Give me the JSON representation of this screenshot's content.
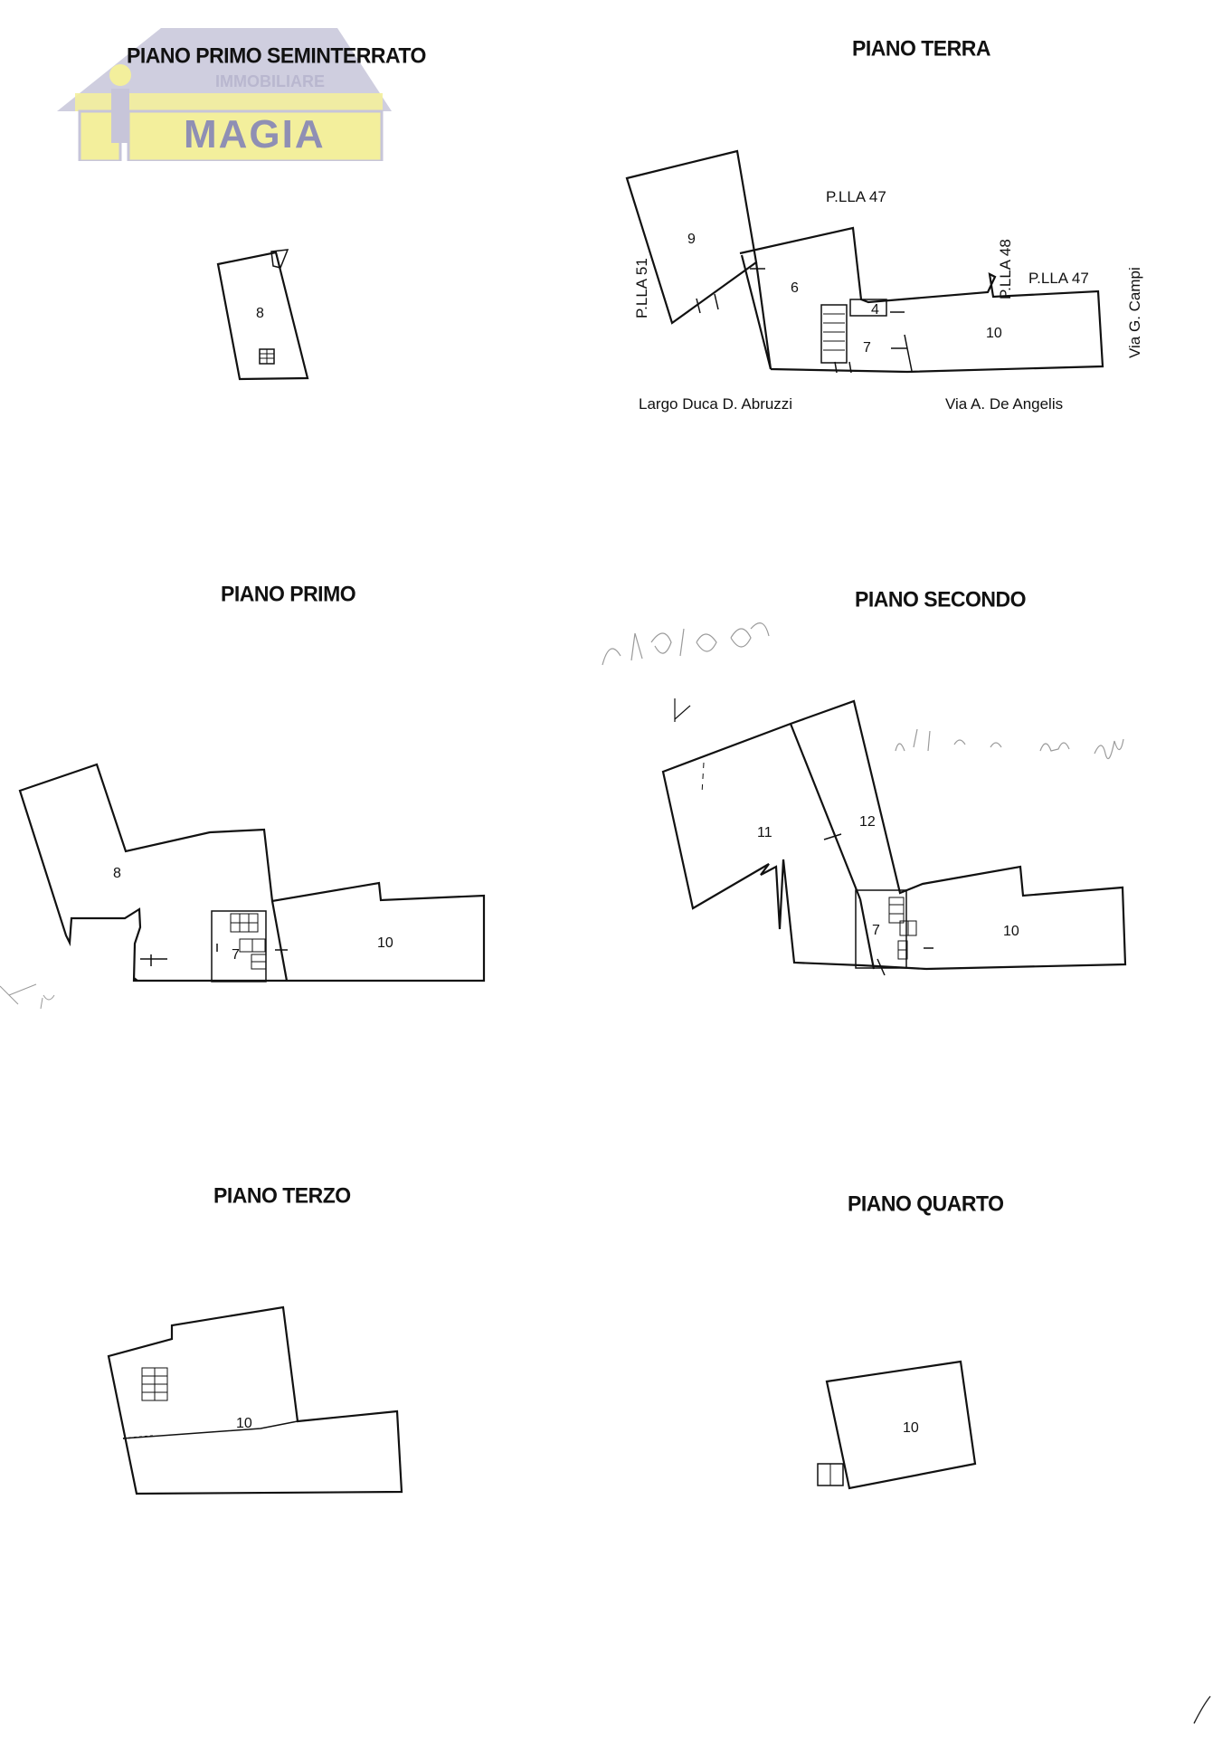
{
  "logo": {
    "brand": "MAGIA",
    "tagline": "IMMOBILIARE",
    "colors": {
      "roof": "#c7c5d9",
      "fill": "#f3ef9c",
      "text": "#8f8fb4"
    }
  },
  "sections": {
    "semi": {
      "title": "PIANO PRIMO SEMINTERRATO"
    },
    "terra": {
      "title": "PIANO TERRA"
    },
    "primo": {
      "title": "PIANO PRIMO"
    },
    "secondo": {
      "title": "PIANO SECONDO"
    },
    "terzo": {
      "title": "PIANO TERZO"
    },
    "quarto": {
      "title": "PIANO QUARTO"
    }
  },
  "plan_labels": {
    "semi": {
      "r8": "8"
    },
    "terra": {
      "plla47_top": "P.LLA 47",
      "plla51": "P.LLA 51",
      "plla48": "P.LLA 48",
      "plla47_right": "P.LLA 47",
      "via_campi": "Via G. Campi",
      "largo": "Largo Duca D. Abruzzi",
      "via_angelis": "Via A. De Angelis",
      "r9": "9",
      "r6": "6",
      "r4": "4",
      "r7": "7",
      "r10": "10"
    },
    "primo": {
      "r8": "8",
      "r7": "7",
      "r10": "10"
    },
    "secondo": {
      "r11": "11",
      "r12": "12",
      "r7": "7",
      "r10": "10"
    },
    "terzo": {
      "r10": "10"
    },
    "quarto": {
      "r10": "10"
    }
  }
}
